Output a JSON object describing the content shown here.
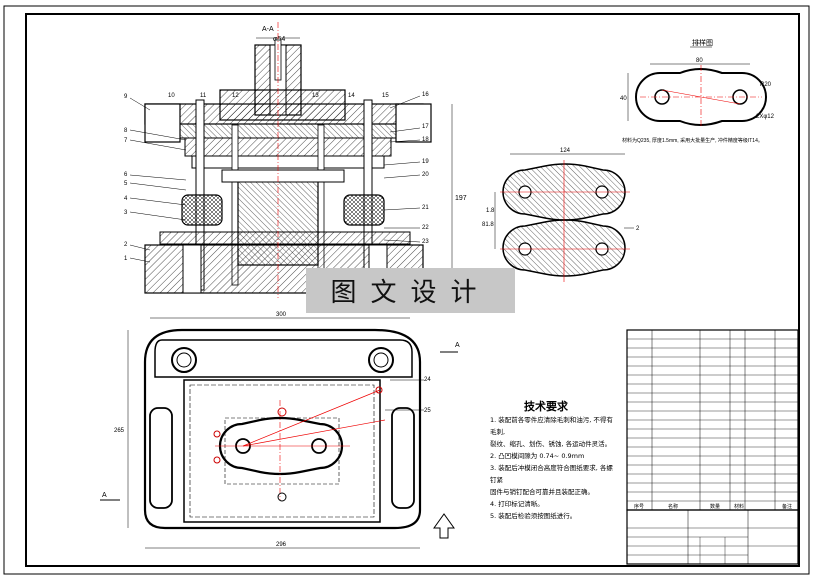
{
  "banner_text": "图文设计",
  "section_label_top": "A-A",
  "strip_label": "排样图",
  "dims": {
    "top_width": "φ54",
    "part_width": "80",
    "part_height": "40",
    "part_radius": "R20",
    "part_holes": "2Xφ12",
    "strip_pitch": "124",
    "strip_gap": "2",
    "strip_edge": "1.8",
    "strip_height": "81.8",
    "press_height": "197",
    "base_width": "300",
    "base_total": "296",
    "base_height": "265"
  },
  "part_note": "材料为Q235, 厚度1.5mm, 采用大批量生产, 冲件精度等级IT14。",
  "section_marks": {
    "a1": "A",
    "a2": "A"
  },
  "callouts_left": [
    "1",
    "2",
    "3",
    "4",
    "5",
    "6",
    "7",
    "8",
    "9",
    "10",
    "11",
    "12"
  ],
  "callouts_right": [
    "13",
    "14",
    "15",
    "16",
    "17",
    "18",
    "19",
    "20",
    "21",
    "22",
    "23",
    "24",
    "25"
  ],
  "requirements": {
    "title": "技术要求",
    "items": [
      "1. 装配前各零件应清除毛刺和油污, 不得有毛刺,",
      "裂纹、缩孔、划伤、锈蚀, 各运动件灵活。",
      "2. 凸凹模间隙为  0.74~ 0.9mm",
      "3. 装配后冲模闭合高度符合图纸要求, 各螺钉紧",
      "固件与销钉配合可靠并且装配正确。",
      "4. 打印标记清晰。",
      "5. 装配后检验须按图纸进行。"
    ]
  },
  "bom_header": [
    "序号",
    "名称",
    "数量",
    "材料",
    "备注"
  ]
}
